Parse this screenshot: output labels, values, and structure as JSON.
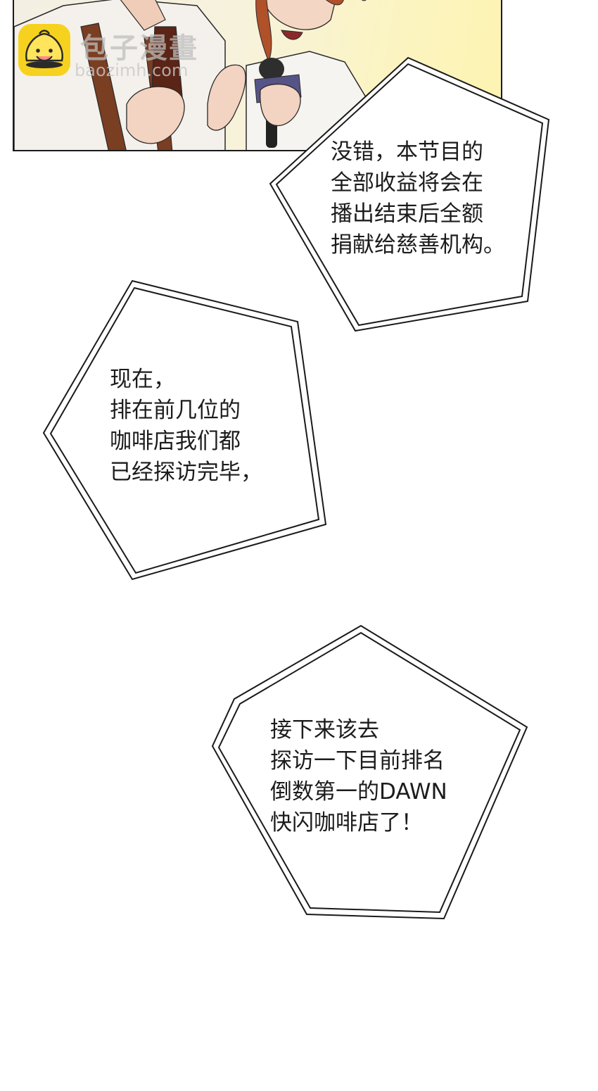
{
  "watermark": {
    "title": "包子漫畫",
    "url": "baozimh.com"
  },
  "bubbles": {
    "b1": {
      "lines": [
        "没错，本节目的",
        "全部收益将会在",
        "播出结束后全额",
        "捐献给慈善机构。"
      ]
    },
    "b2": {
      "lines": [
        "现在，",
        "排在前几位的",
        "咖啡店我们都",
        "已经探访完毕，"
      ]
    },
    "b3": {
      "lines": [
        "接下来该去",
        "探访一下目前排名",
        "倒数第一的DAWN",
        "快闪咖啡店了！"
      ]
    }
  },
  "colors": {
    "outline": "#1a1a1a",
    "panel_bg": "#f7f2dc",
    "watermark_yellow": "#f6d21f"
  }
}
